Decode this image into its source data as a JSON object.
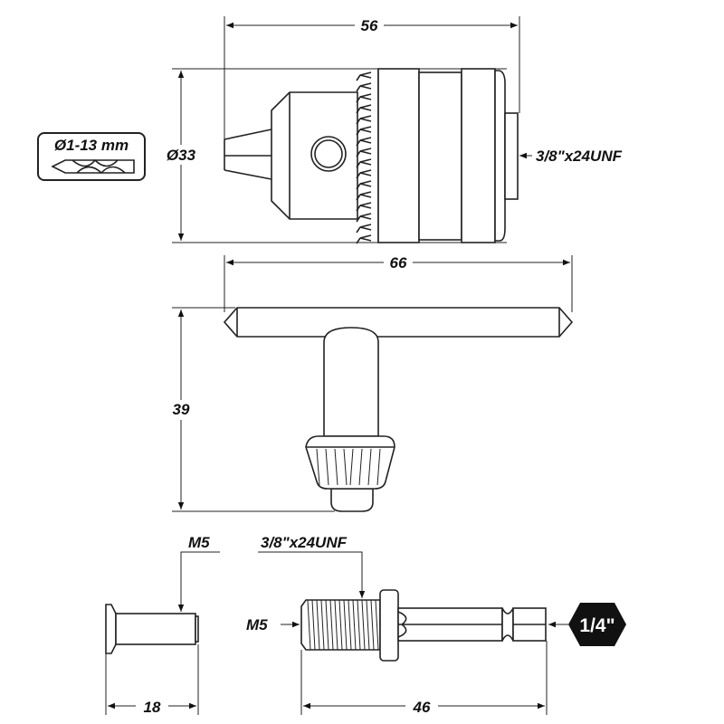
{
  "chuck": {
    "length_label": "56",
    "diameter_label": "Ø33",
    "thread_label": "3/8\"x24UNF",
    "capacity_label": "Ø1-13 mm"
  },
  "key": {
    "width_label": "66",
    "height_label": "39"
  },
  "screw": {
    "thread_label": "M5",
    "length_label": "18"
  },
  "adapter": {
    "thread_label": "3/8\"x24UNF",
    "inner_thread_label": "M5",
    "length_label": "46",
    "hex_label": "1/4\""
  },
  "colors": {
    "line": "#222222",
    "hex_badge": "#111111"
  }
}
